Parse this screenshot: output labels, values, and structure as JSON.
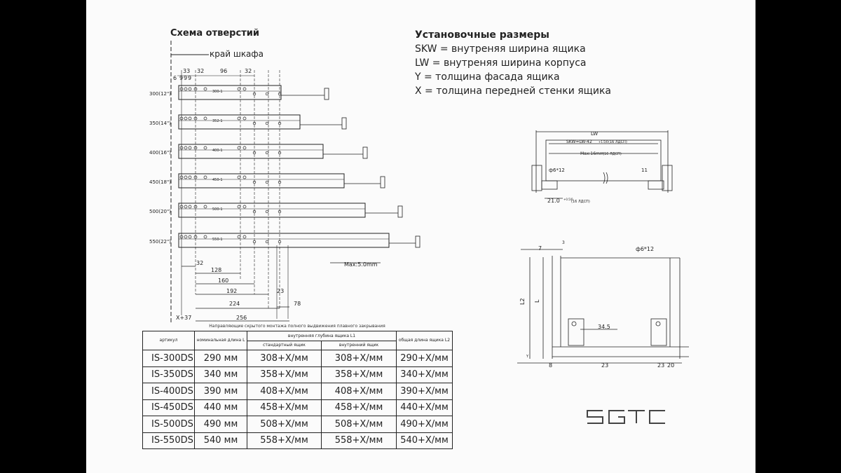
{
  "scheme": {
    "title": "Схема отверстий",
    "edge_label": "край шкафа",
    "top_dims": [
      "6",
      "33",
      "32",
      "9",
      "9",
      "9",
      "96",
      "32"
    ],
    "sizes": [
      "300(12\")",
      "350(14\")",
      "400(16\")",
      "450(18\")",
      "500(20\")",
      "550(22\")"
    ],
    "slide_labels": [
      "300-1",
      "352-1",
      "400-1",
      "450-1",
      "500-1",
      "550-1"
    ],
    "bottom_dims": [
      "32",
      "128",
      "160",
      "192",
      "23",
      "224",
      "78",
      "256",
      "X+37"
    ],
    "max_label": "Мах:5.0mm"
  },
  "install": {
    "title": "Установочные размеры",
    "lines": [
      "SKW = внутреняя ширина ящика",
      "LW = внутреняя ширина корпуса",
      "Y =  толщина фасада ящика",
      "X =  толщина передней стенки ящика"
    ]
  },
  "drawing1": {
    "lw": "LW",
    "skw": "SKW=LW-42",
    "skw_tol": "+1.5/0",
    "skw_note": "(16 ЛДСП)",
    "max": "Мах:16mm",
    "max_note": "(16 ЛДСП)",
    "hole": "ф6*12",
    "eleven": "11",
    "dim21": "21.0",
    "dim21_tol": "+0.5/0",
    "dim21_note": "(16 ЛДСП)"
  },
  "drawing2": {
    "seven": "7",
    "three": "3",
    "hole": "ф6*12",
    "L2": "L2",
    "L": "L",
    "dim345": "34.5",
    "Y": "Y",
    "bottom": [
      "8",
      "23",
      "23",
      "20"
    ]
  },
  "table": {
    "caption": "Направляющие скрытого монтажа полного выдвижения плавного закрывания",
    "headers": {
      "article": "артикул",
      "nominal": "номинальная длина L",
      "inner_depth": "внутренняя глубина ящика L1",
      "standard": "стандартный ящик",
      "inner": "внутренний ящик",
      "total": "общая длина ящика L2"
    },
    "rows": [
      [
        "IS-300DS",
        "290 мм",
        "308+X/мм",
        "308+X/мм",
        "290+X/мм"
      ],
      [
        "IS-350DS",
        "340 мм",
        "358+X/мм",
        "358+X/мм",
        "340+X/мм"
      ],
      [
        "IS-400DS",
        "390 мм",
        "408+X/мм",
        "408+X/мм",
        "390+X/мм"
      ],
      [
        "IS-450DS",
        "440 мм",
        "458+X/мм",
        "458+X/мм",
        "440+X/мм"
      ],
      [
        "IS-500DS",
        "490 мм",
        "508+X/мм",
        "508+X/мм",
        "490+X/мм"
      ],
      [
        "IS-550DS",
        "540 мм",
        "558+X/мм",
        "558+X/мм",
        "540+X/мм"
      ]
    ]
  },
  "logo": "SGTC"
}
